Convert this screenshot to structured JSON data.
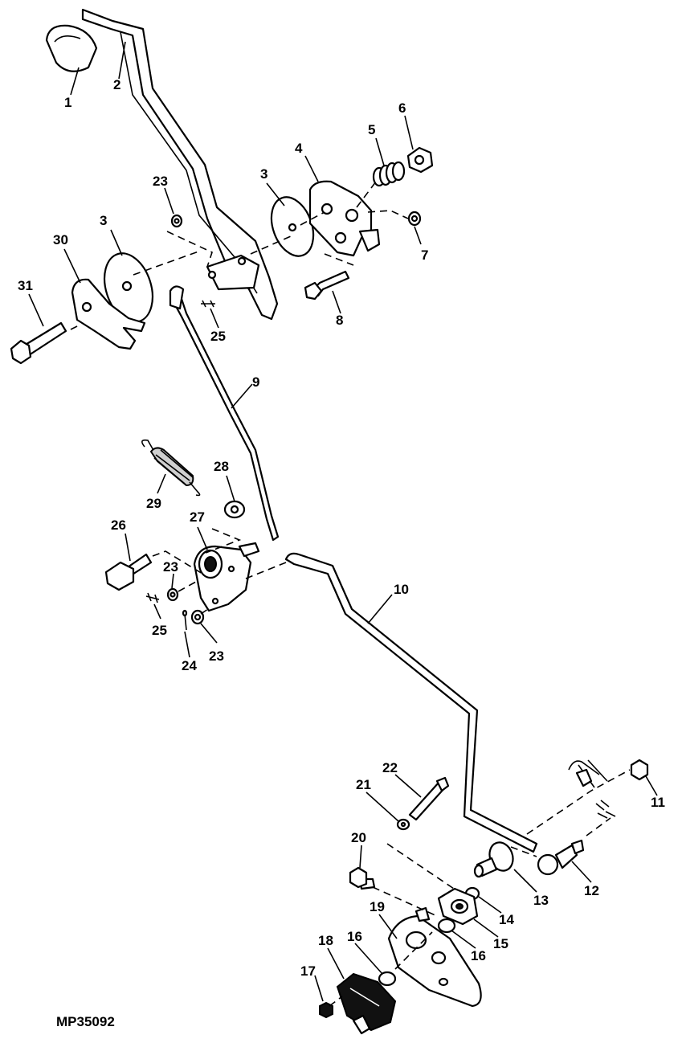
{
  "figure_code": "MP35092",
  "callouts": {
    "c1": "1",
    "c2": "2",
    "c3a": "3",
    "c3b": "3",
    "c4": "4",
    "c5": "5",
    "c6": "6",
    "c7": "7",
    "c8": "8",
    "c9": "9",
    "c10": "10",
    "c11": "11",
    "c12": "12",
    "c13": "13",
    "c14": "14",
    "c15": "15",
    "c16a": "16",
    "c16b": "16",
    "c17": "17",
    "c18": "18",
    "c19": "19",
    "c20": "20",
    "c21": "21",
    "c22": "22",
    "c23a": "23",
    "c23b": "23",
    "c23c": "23",
    "c24": "24",
    "c25a": "25",
    "c25b": "25",
    "c26": "26",
    "c27": "27",
    "c28": "28",
    "c29": "29",
    "c30": "30",
    "c31": "31"
  }
}
